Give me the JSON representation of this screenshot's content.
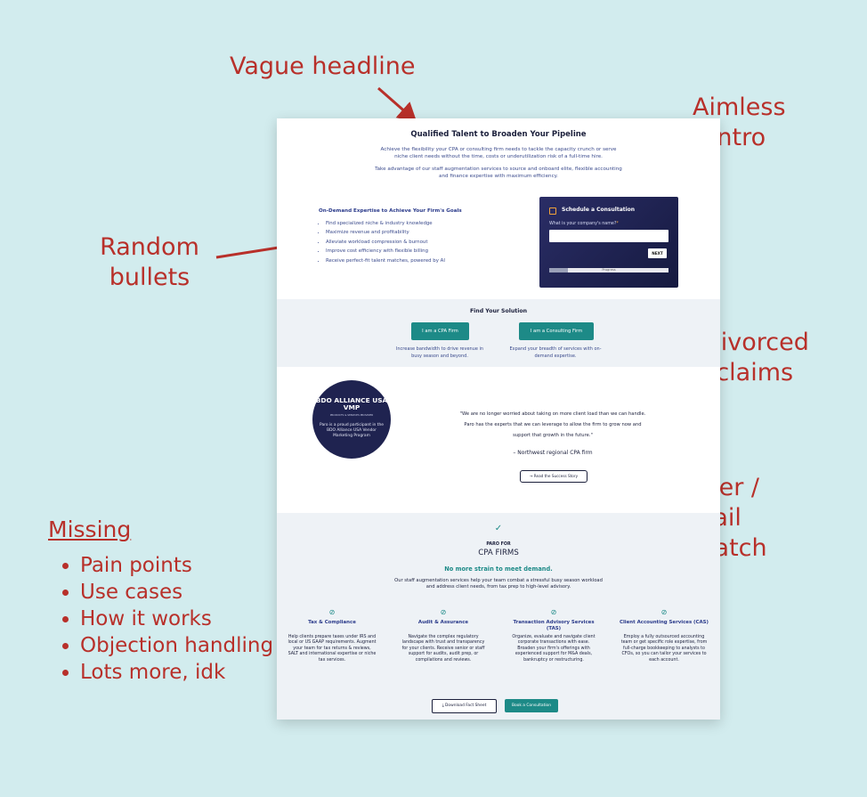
{
  "annotations": {
    "vague_headline": "Vague headline",
    "aimless_intro_1": "Aimless",
    "aimless_intro_2": "intro",
    "random_bullets_1": "Random",
    "random_bullets_2": "bullets",
    "proof_1": "Proof divorced",
    "proof_2": "from claims",
    "header_1": "Header /",
    "header_2": "detail",
    "header_3": "mismatch",
    "missing_title": "Missing",
    "missing_items": [
      "Pain points",
      "Use cases",
      "How it works",
      "Objection handling",
      "Lots more, idk"
    ],
    "color": "#b8302a"
  },
  "hero": {
    "title": "Qualified Talent to Broaden Your Pipeline",
    "intro_1": "Achieve the flexibility your CPA or consulting firm needs to tackle the capacity crunch or serve niche client needs without the time, costs or underutilization risk of a full-time hire.",
    "intro_2": "Take advantage of our staff augmentation services to source and onboard elite, flexible accounting and finance expertise with maximum efficiency."
  },
  "bullets": {
    "title": "On-Demand Expertise to Achieve Your Firm's Goals",
    "items": [
      "Find specialized niche & industry knowledge",
      "Maximize revenue and profitability",
      "Alleviate workload compression & burnout",
      "Improve cost efficiency with flexible billing",
      "Receive perfect-fit talent matches, powered by AI"
    ]
  },
  "consult": {
    "title": "Schedule a Consultation",
    "label": "What is your company's name?",
    "required_mark": "*",
    "next": "NEXT",
    "progress_label": "Progress",
    "progress": 0.16,
    "icon": "calendar-icon"
  },
  "find": {
    "title": "Find Your Solution",
    "cpa_button": "I am a CPA Firm",
    "consulting_button": "I am a Consulting Firm",
    "cpa_sub": "Increase bandwidth to drive revenue in busy season and beyond.",
    "consulting_sub": "Expand your breadth of services with on-demand expertise."
  },
  "proof": {
    "badge_title": "BDO ALLIANCE USA VMP",
    "badge_small": "PRODUCTS & SERVICES PROVIDER",
    "badge_text": "Paro is a proud participant in the BDO Alliance USA Vendor Marketing Program",
    "quote": "\"We are no longer worried about taking on more client load than we can handle. Paro has the experts that we can leverage to allow the firm to grow now and support that growth in the future.\"",
    "attribution": "– Northwest regional CPA firm",
    "button": "Read the Success Story"
  },
  "cpa": {
    "check_icon": "check-icon",
    "for": "PARO FOR",
    "firms": "CPA FIRMS",
    "tagline": "No more strain to meet demand.",
    "para": "Our staff augmentation services help your team combat a stressful busy season workload and address client needs, from tax prep to high-level advisory.",
    "columns": [
      {
        "title": "Tax & Compliance",
        "body": "Help clients prepare taxes under IRS and local or US GAAP requirements. Augment your team for tax returns & reviews, SALT and international expertise or niche tax services."
      },
      {
        "title": "Audit & Assurance",
        "body": "Navigate the complex regulatory landscape with trust and transparency for your clients. Receive senior or staff support for audits, audit prep, or compilations and reviews."
      },
      {
        "title": "Transaction Advisory Services (TAS)",
        "body": "Organize, evaluate and navigate client corporate transactions with ease. Broaden your firm's offerings with experienced support for M&A deals, bankruptcy or restructuring."
      },
      {
        "title": "Client Accounting Services (CAS)",
        "body": "Employ a fully outsourced accounting team or get specific role expertise, from full-charge bookkeeping to analysts to CFOs, so you can tailor your services to each account."
      }
    ],
    "download": "Download Fact Sheet",
    "book": "Book a Consultation"
  }
}
